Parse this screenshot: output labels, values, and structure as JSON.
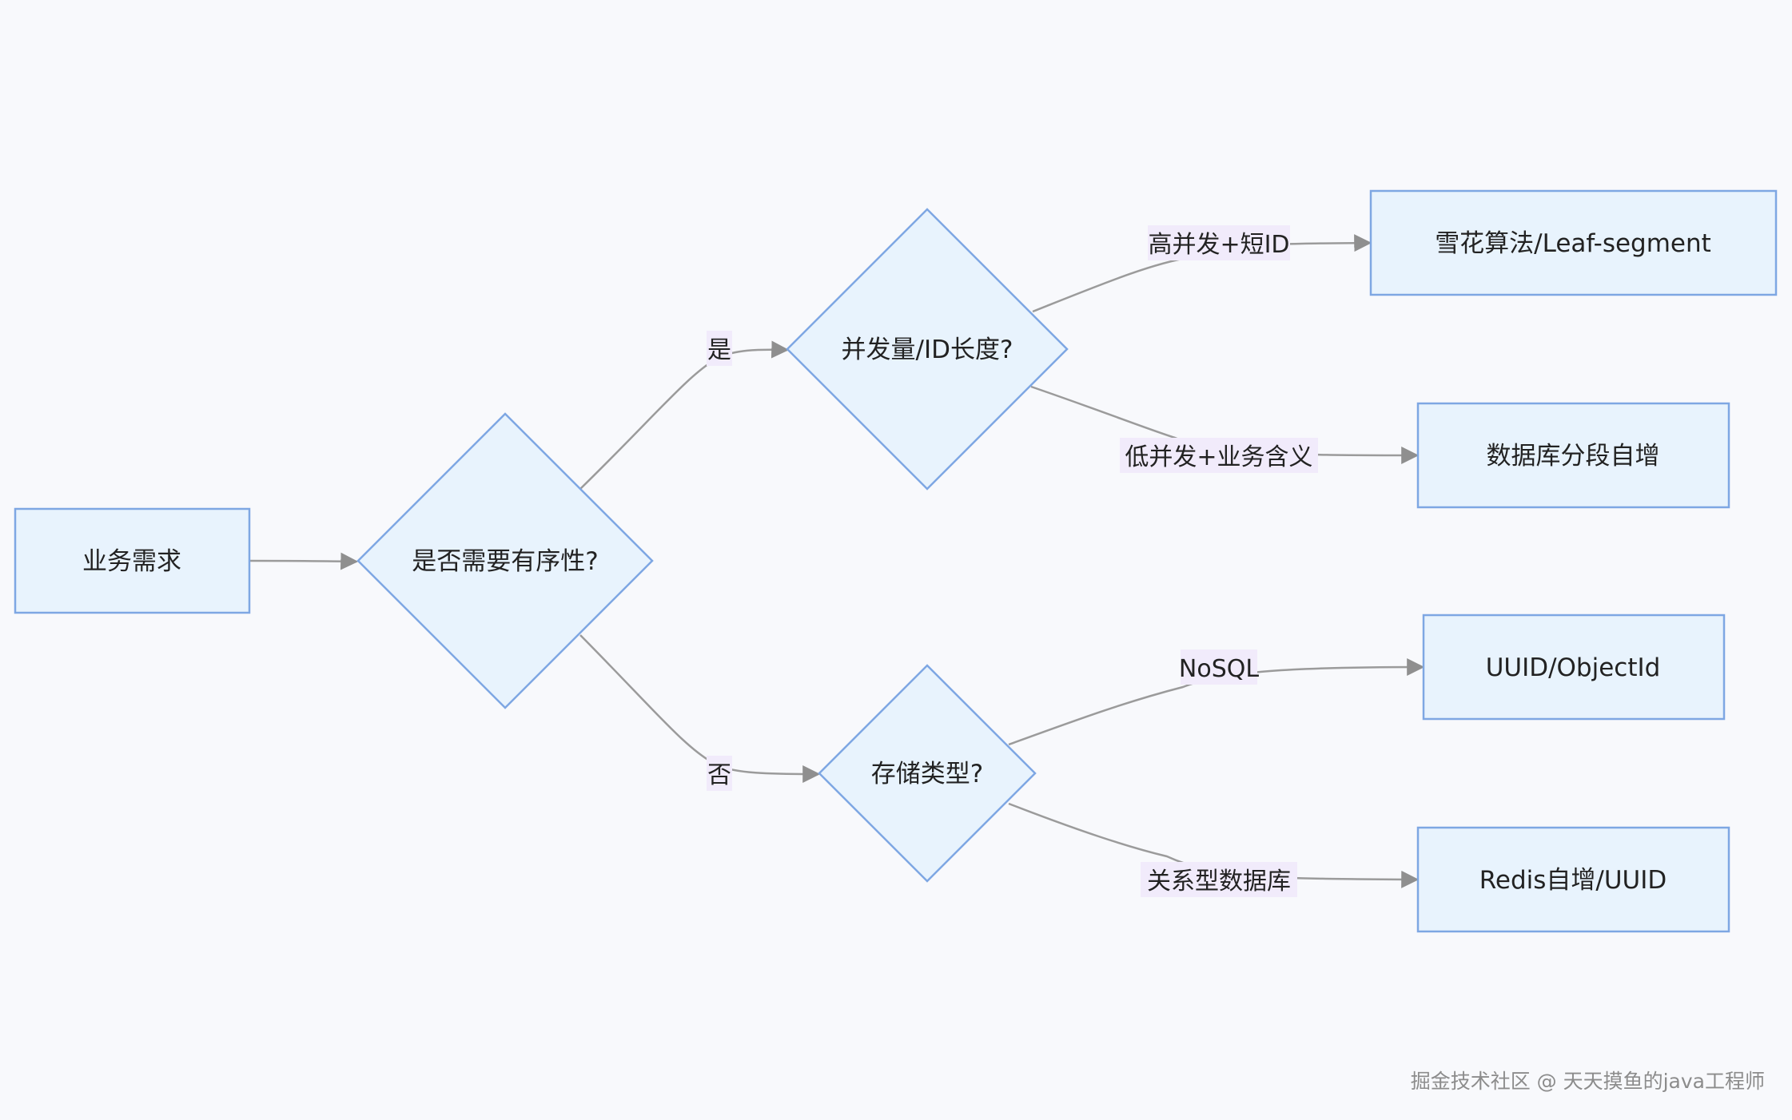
{
  "diagram": {
    "nodes": {
      "start": "业务需求",
      "ordered": "是否需要有序性?",
      "concurrency": "并发量/ID长度?",
      "storage": "存储类型?",
      "snowflake": "雪花算法/Leaf-segment",
      "db_segment": "数据库分段自增",
      "uuid_objectid": "UUID/ObjectId",
      "redis_uuid": "Redis自增/UUID"
    },
    "edges": {
      "yes": "是",
      "no": "否",
      "high_concurrency": "高并发+短ID",
      "low_concurrency": "低并发+业务含义",
      "nosql": "NoSQL",
      "relational": "关系型数据库"
    }
  },
  "watermark": "掘金技术社区 @ 天天摸鱼的java工程师"
}
